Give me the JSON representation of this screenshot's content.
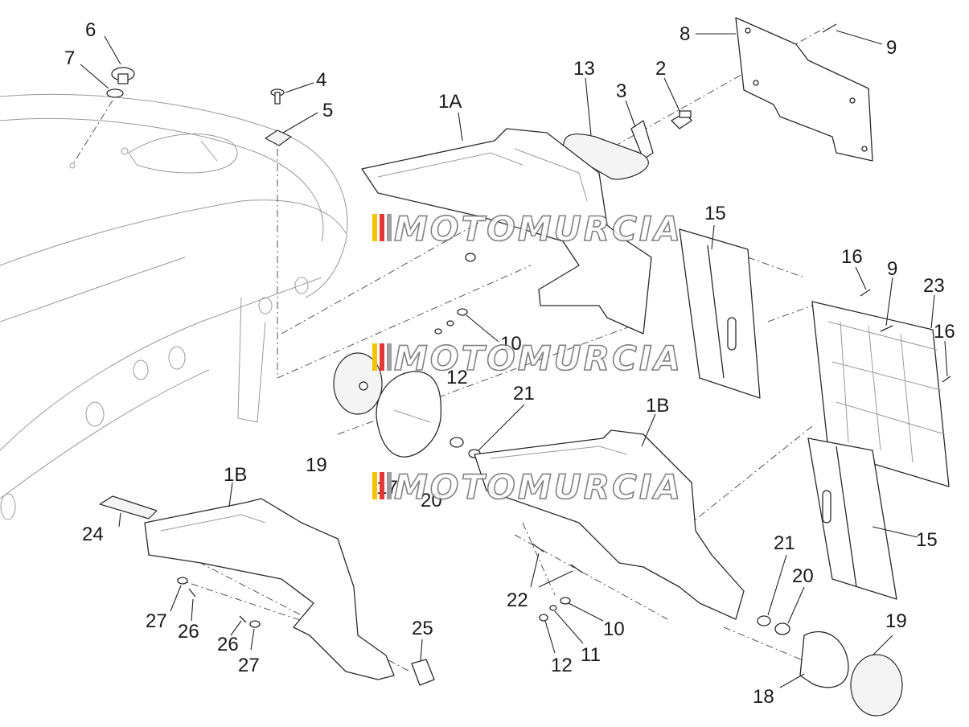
{
  "watermark": {
    "text": "MOTOMURCIA",
    "colors": [
      "#f2c500",
      "#e53935",
      "#9e9e9e"
    ]
  },
  "callouts": {
    "c_1A": "1A",
    "c_1B_left": "1B",
    "c_1B_right": "1B",
    "c_2": "2",
    "c_3": "3",
    "c_4": "4",
    "c_5": "5",
    "c_6": "6",
    "c_7": "7",
    "c_8": "8",
    "c_9_top": "9",
    "c_9_mid": "9",
    "c_10_mid": "10",
    "c_10_bottom": "10",
    "c_11": "11",
    "c_12_mid": "12",
    "c_12_bottom": "12",
    "c_13": "13",
    "c_15_top": "15",
    "c_15_bottom": "15",
    "c_16_left": "16",
    "c_16_right": "16",
    "c_17": "17",
    "c_18": "18",
    "c_19_left": "19",
    "c_19_right": "19",
    "c_20_mid": "20",
    "c_20_right": "20",
    "c_21_mid": "21",
    "c_21_right": "21",
    "c_22": "22",
    "c_23": "23",
    "c_24": "24",
    "c_25": "25",
    "c_26_a": "26",
    "c_26_b": "26",
    "c_27_a": "27",
    "c_27_b": "27"
  }
}
